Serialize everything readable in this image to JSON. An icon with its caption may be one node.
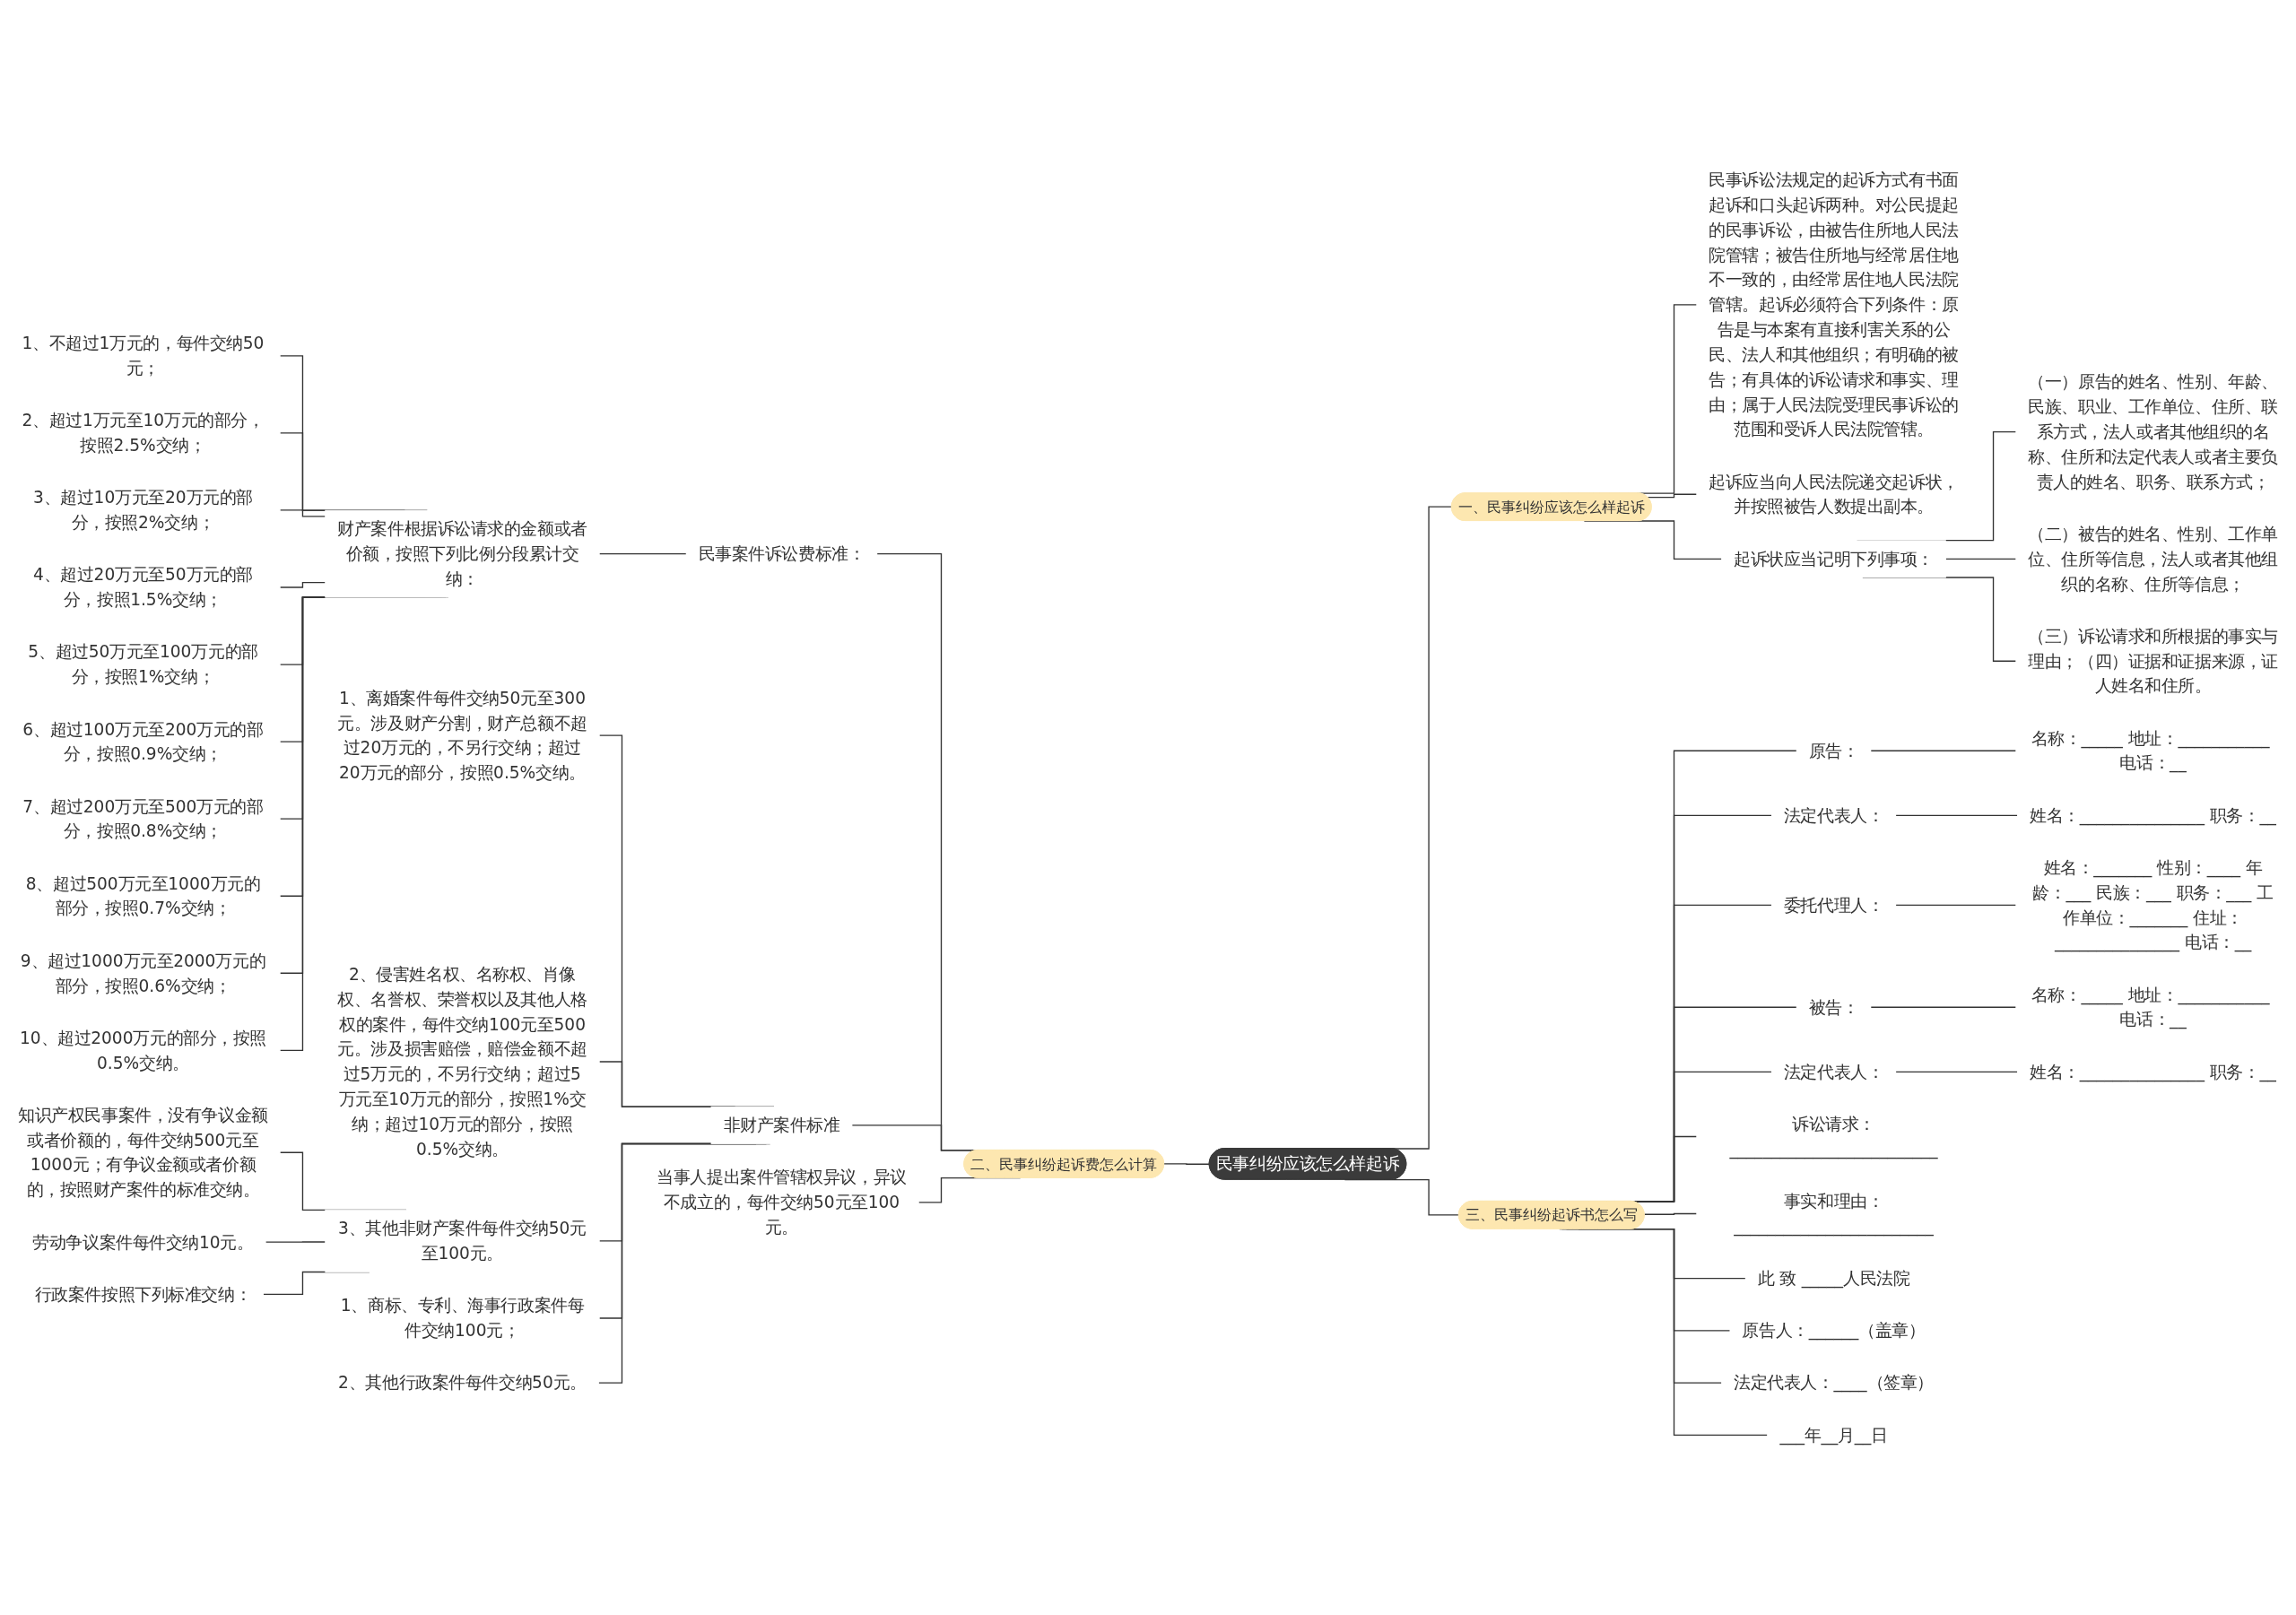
{
  "diagram": {
    "nodes": [
      {
        "text": [
          "民事纠纷应该怎么样起诉"
        ]
      },
      {
        "text": [
          "一、民事纠纷应该怎么样起诉"
        ]
      },
      {
        "text": [
          "民事诉讼法规定的起诉方式有书面起诉和口头起诉两种。对公民提起的民事诉讼，由被告住所地人民法院管辖；被告住所地与经常居住地不一致的，由经常居住地人民法院管辖。起诉必须符合下列条件：原告是与本案有直接利害关系的公民、法人和其他组织；有明确的被告；有具体的诉讼请求和事实、理由；属于人民法院受理民事诉讼的范围和受诉人民法院管辖。"
        ]
      },
      {
        "text": [
          "起诉应当向人民法院递交起诉状，并按照被告人数提出副本。"
        ]
      },
      {
        "text": [
          "起诉状应当记明下列事项："
        ]
      },
      {
        "text": [
          "（一）原告的姓名、性别、年龄、民族、职业、工作单位、住所、联系方式，法人或者其他组织的名称、住所和法定代表人或者主要负责人的姓名、职务、联系方式；"
        ]
      },
      {
        "text": [
          "（二）被告的姓名、性别、工作单位、住所等信息，法人或者其他组织的名称、住所等信息；"
        ]
      },
      {
        "text": [
          "（三）诉讼请求和所根据的事实与理由；（四）证据和证据来源，证人姓名和住所。"
        ]
      },
      {
        "text": [
          "二、民事纠纷起诉费怎么计算"
        ]
      },
      {
        "text": [
          "民事案件诉讼费标准："
        ]
      },
      {
        "text": [
          "财产案件根据诉讼请求的金额或者价额，按照下列比例分段累计交纳："
        ]
      },
      {
        "text": [
          "1、不超过1万元的，每件交纳50元；"
        ]
      },
      {
        "text": [
          "2、超过1万元至10万元的部分，按照2.5%交纳；"
        ]
      },
      {
        "text": [
          "3、超过10万元至20万元的部分，按照2%交纳；"
        ]
      },
      {
        "text": [
          "4、超过20万元至50万元的部分，按照1.5%交纳；"
        ]
      },
      {
        "text": [
          "5、超过50万元至100万元的部分，按照1%交纳；"
        ]
      },
      {
        "text": [
          "6、超过100万元至200万元的部分，按照0.9%交纳；"
        ]
      },
      {
        "text": [
          "7、超过200万元至500万元的部分，按照0.8%交纳；"
        ]
      },
      {
        "text": [
          "8、超过500万元至1000万元的部分，按照0.7%交纳；"
        ]
      },
      {
        "text": [
          "9、超过1000万元至2000万元的部分，按照0.6%交纳；"
        ]
      },
      {
        "text": [
          "10、超过2000万元的部分，按照0.5%交纳。"
        ]
      },
      {
        "text": [
          "非财产案件标准"
        ]
      },
      {
        "text": [
          "1、离婚案件每件交纳50元至300元。涉及财产分割，财产总额不超过20万元的，不另行交纳；超过20万元的部分，按照0.5%交纳。"
        ]
      },
      {
        "text": [
          "2、侵害姓名权、名称权、肖像权、名誉权、荣誉权以及其他人格权的案件，每件交纳100元至500元。涉及损害赔偿，赔偿金额不超过5万元的，不另行交纳；超过5万元至10万元的部分，按照1%交纳；超过10万元的部分，按照0.5%交纳。"
        ]
      },
      {
        "text": [
          "3、其他非财产案件每件交纳50元至100元。"
        ]
      },
      {
        "text": [
          "知识产权民事案件，没有争议金额或者价额的，每件交纳500元至1000元；有争议金额或者价额的，按照财产案件的标准交纳。"
        ]
      },
      {
        "text": [
          "劳动争议案件每件交纳10元。"
        ]
      },
      {
        "text": [
          "行政案件按照下列标准交纳："
        ]
      },
      {
        "text": [
          "1、商标、专利、海事行政案件每件交纳100元；"
        ]
      },
      {
        "text": [
          "2、其他行政案件每件交纳50元。"
        ]
      },
      {
        "text": [
          "当事人提出案件管辖权异议，异议不成立的，每件交纳50元至100元。"
        ]
      },
      {
        "text": [
          "三、民事纠纷起诉书怎么写"
        ]
      },
      {
        "text": [
          "原告："
        ]
      },
      {
        "text": [
          "名称：_____ 地址：___________ 电话：__"
        ]
      },
      {
        "text": [
          "法定代表人："
        ]
      },
      {
        "text": [
          "姓名：_______________ 职务：__"
        ]
      },
      {
        "text": [
          "委托代理人："
        ]
      },
      {
        "text": [
          "姓名：_______ 性别：____ 年龄：___ 民族：___ 职务：___ 工作单位：_______ 住址：_______________ 电话：__"
        ]
      },
      {
        "text": [
          "被告："
        ]
      },
      {
        "text": [
          "名称：_____ 地址：___________ 电话：__"
        ]
      },
      {
        "text": [
          "法定代表人："
        ]
      },
      {
        "text": [
          "姓名：_______________ 职务：__"
        ]
      },
      {
        "text": [
          "诉讼请求：_________________________"
        ]
      },
      {
        "text": [
          "事实和理由：________________________"
        ]
      },
      {
        "text": [
          "此 致 _____人民法院"
        ]
      },
      {
        "text": [
          "原告人：______（盖章）"
        ]
      },
      {
        "text": [
          "法定代表人：____（签章）"
        ]
      },
      {
        "text": [
          "___年__月__日"
        ]
      }
    ],
    "edges": [
      {
        "from": 0,
        "to": 1,
        "arrow": "none"
      },
      {
        "from": 1,
        "to": 2,
        "arrow": "none"
      },
      {
        "from": 1,
        "to": 3,
        "arrow": "none"
      },
      {
        "from": 1,
        "to": 4,
        "arrow": "none"
      },
      {
        "from": 4,
        "to": 5,
        "arrow": "none"
      },
      {
        "from": 4,
        "to": 6,
        "arrow": "none"
      },
      {
        "from": 4,
        "to": 7,
        "arrow": "none"
      },
      {
        "from": 0,
        "to": 8,
        "arrow": "none"
      },
      {
        "from": 8,
        "to": 9,
        "arrow": "none"
      },
      {
        "from": 9,
        "to": 10,
        "arrow": "none"
      },
      {
        "from": 10,
        "to": 11,
        "arrow": "none"
      },
      {
        "from": 10,
        "to": 12,
        "arrow": "none"
      },
      {
        "from": 10,
        "to": 13,
        "arrow": "none"
      },
      {
        "from": 10,
        "to": 14,
        "arrow": "none"
      },
      {
        "from": 10,
        "to": 15,
        "arrow": "none"
      },
      {
        "from": 10,
        "to": 16,
        "arrow": "none"
      },
      {
        "from": 10,
        "to": 17,
        "arrow": "none"
      },
      {
        "from": 10,
        "to": 18,
        "arrow": "none"
      },
      {
        "from": 10,
        "to": 19,
        "arrow": "none"
      },
      {
        "from": 10,
        "to": 20,
        "arrow": "none"
      },
      {
        "from": 8,
        "to": 21,
        "arrow": "none"
      },
      {
        "from": 21,
        "to": 22,
        "arrow": "none"
      },
      {
        "from": 21,
        "to": 23,
        "arrow": "none"
      },
      {
        "from": 21,
        "to": 24,
        "arrow": "none"
      },
      {
        "from": 24,
        "to": 25,
        "arrow": "none"
      },
      {
        "from": 24,
        "to": 26,
        "arrow": "none"
      },
      {
        "from": 24,
        "to": 27,
        "arrow": "none"
      },
      {
        "from": 21,
        "to": 28,
        "arrow": "none"
      },
      {
        "from": 21,
        "to": 29,
        "arrow": "none"
      },
      {
        "from": 8,
        "to": 30,
        "arrow": "none"
      },
      {
        "from": 0,
        "to": 31,
        "arrow": "none"
      },
      {
        "from": 31,
        "to": 32,
        "arrow": "none"
      },
      {
        "from": 32,
        "to": 33,
        "arrow": "none"
      },
      {
        "from": 31,
        "to": 34,
        "arrow": "none"
      },
      {
        "from": 34,
        "to": 35,
        "arrow": "none"
      },
      {
        "from": 31,
        "to": 36,
        "arrow": "none"
      },
      {
        "from": 36,
        "to": 37,
        "arrow": "none"
      },
      {
        "from": 31,
        "to": 38,
        "arrow": "none"
      },
      {
        "from": 38,
        "to": 39,
        "arrow": "none"
      },
      {
        "from": 31,
        "to": 40,
        "arrow": "none"
      },
      {
        "from": 40,
        "to": 41,
        "arrow": "none"
      },
      {
        "from": 31,
        "to": 42,
        "arrow": "none"
      },
      {
        "from": 31,
        "to": 43,
        "arrow": "none"
      },
      {
        "from": 31,
        "to": 44,
        "arrow": "none"
      },
      {
        "from": 31,
        "to": 45,
        "arrow": "none"
      },
      {
        "from": 31,
        "to": 46,
        "arrow": "none"
      },
      {
        "from": 31,
        "to": 47,
        "arrow": "none"
      }
    ]
  }
}
